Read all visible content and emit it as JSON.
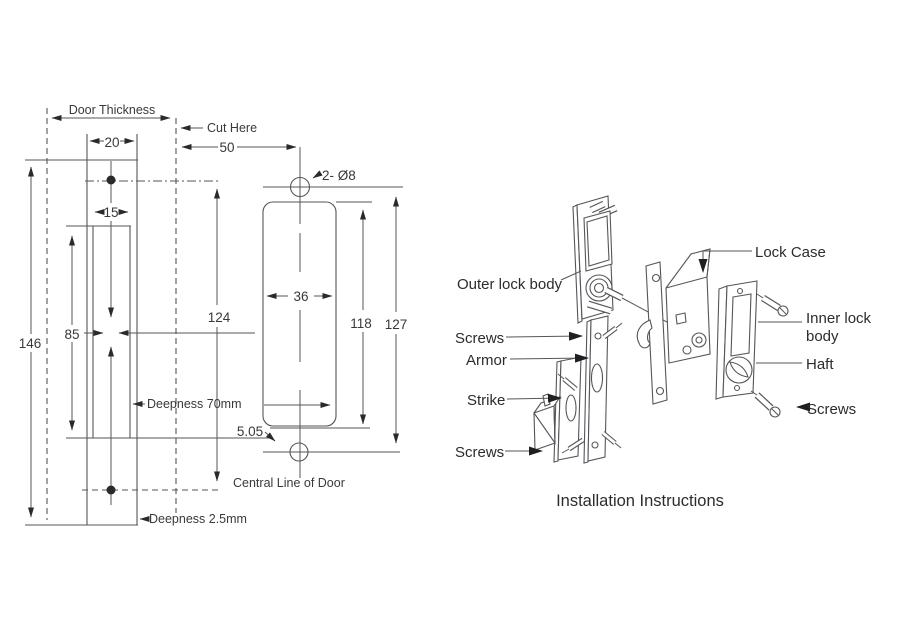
{
  "colors": {
    "line": "#55565a",
    "text": "#39393b",
    "arrow": "#2a2a2c",
    "background": "#ffffff"
  },
  "template_view": {
    "door_thickness": "Door Thickness",
    "cut_here": "Cut Here",
    "dim_20": "20",
    "dim_15": "15",
    "dim_85": "85",
    "dim_146": "146",
    "dim_124": "124",
    "dim_50": "50",
    "hole_callout": "2- Ø8",
    "dim_36": "36",
    "dim_118": "118",
    "dim_127": "127",
    "dim_5_05": "5.05",
    "deepness_70": "Deepness 70mm",
    "deepness_2_5": "Deepness 2.5mm",
    "central_line": "Central Line of Door"
  },
  "exploded": {
    "outer_lock_body": "Outer lock body",
    "screws_top": "Screws",
    "armor": "Armor",
    "strike": "Strike",
    "screws_bottom": "Screws",
    "lock_case": "Lock Case",
    "inner_lock_line1": "Inner lock",
    "inner_lock_line2": "body",
    "haft": "Haft",
    "screws_right": "Screws",
    "caption": "Installation Instructions"
  }
}
